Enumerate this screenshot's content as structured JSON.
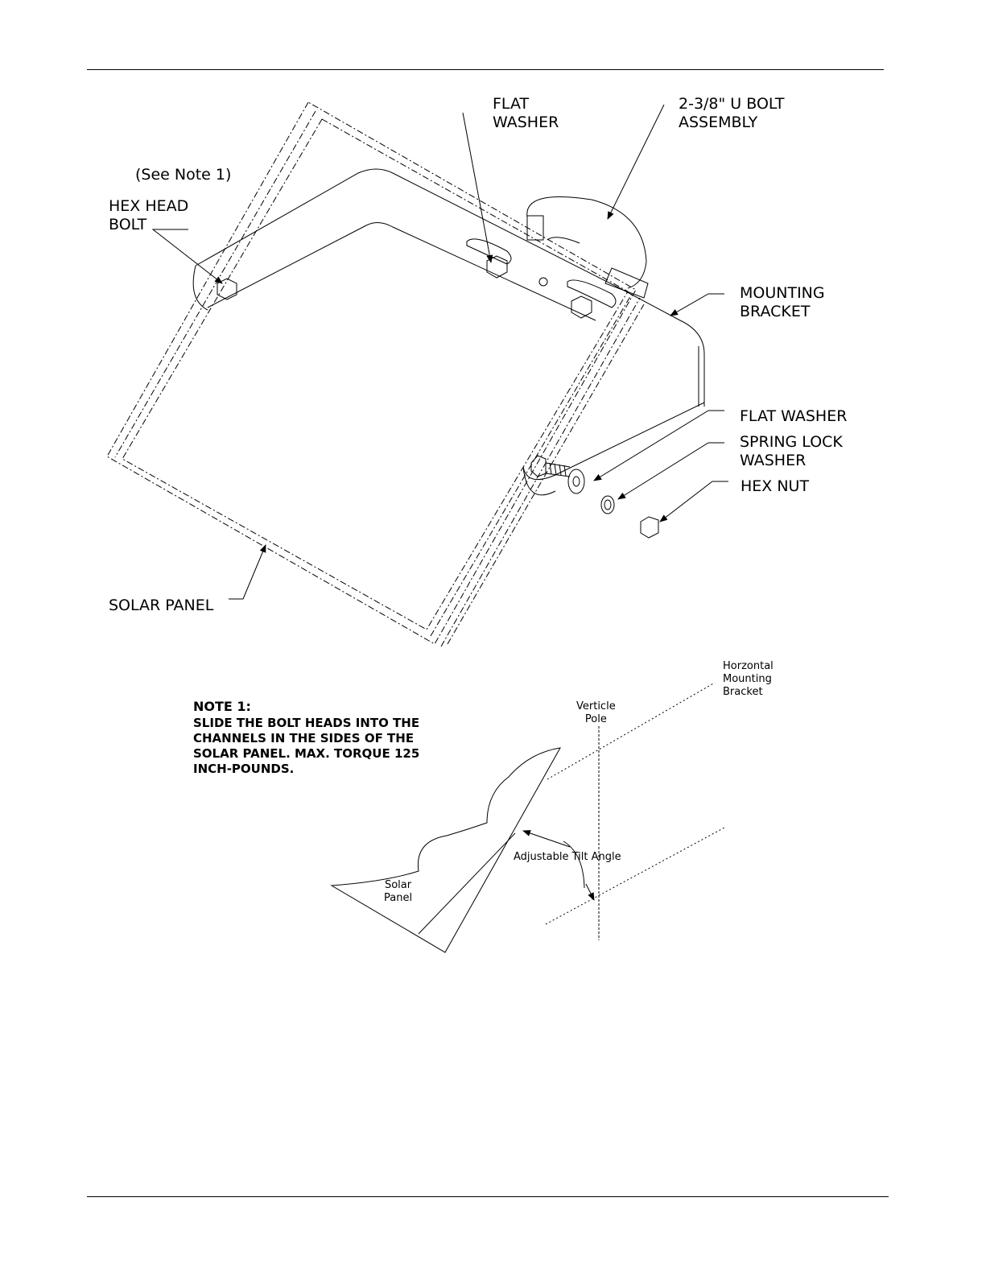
{
  "labels": {
    "flat_washer_top": "FLAT\nWASHER",
    "u_bolt": "2-3/8\" U BOLT\nASSEMBLY",
    "see_note": "(See Note 1)",
    "hex_head_bolt": "HEX HEAD\nBOLT",
    "mounting_bracket": "MOUNTING\nBRACKET",
    "flat_washer": "FLAT WASHER",
    "spring_lock_washer": "SPRING LOCK\nWASHER",
    "hex_nut": "HEX NUT",
    "solar_panel": "SOLAR PANEL"
  },
  "note": {
    "heading": "NOTE 1:",
    "lines": [
      "SLIDE THE BOLT HEADS INTO THE",
      "CHANNELS IN THE SIDES OF THE",
      "SOLAR PANEL. MAX. TORQUE 125",
      "INCH-POUNDS."
    ]
  },
  "tilt_detail": {
    "horizontal_bracket": "Horzontal\nMounting\nBracket",
    "vertical_pole": "Verticle\nPole",
    "tilt_angle": "Adjustable Tilt Angle",
    "solar_panel": "Solar\nPanel"
  }
}
